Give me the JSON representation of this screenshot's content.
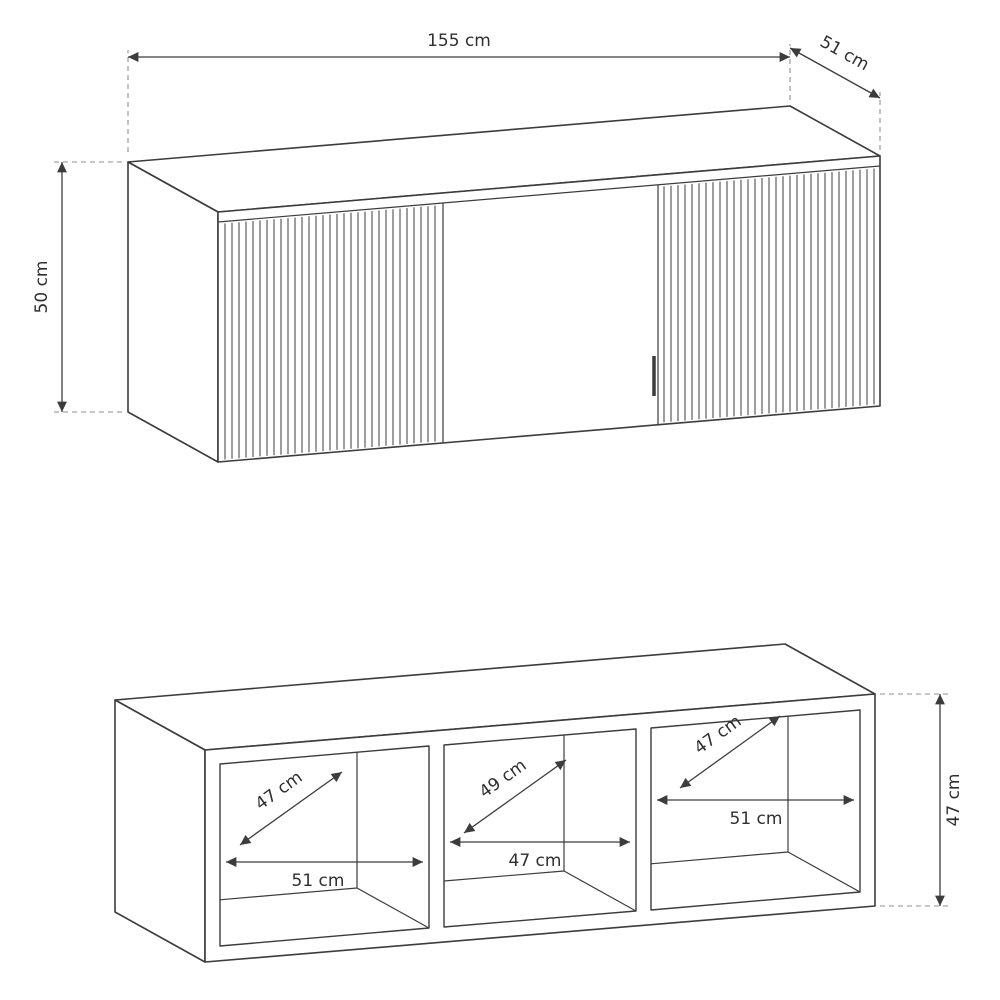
{
  "colors": {
    "line": "#3c3c3c",
    "ext": "#8f8f8f",
    "text": "#2f2f2f",
    "bg": "#ffffff"
  },
  "top_view": {
    "description": "closed fluted cabinet, external dimensions",
    "dimensions": {
      "width": "155 cm",
      "depth": "51 cm",
      "height": "50 cm"
    }
  },
  "bottom_view": {
    "description": "open cabinet carcass with three compartments, internal dimensions",
    "dimensions": {
      "height": "47 cm"
    },
    "compartments": [
      {
        "depth": "47 cm",
        "width": "51 cm"
      },
      {
        "depth": "49 cm",
        "width": "47 cm"
      },
      {
        "depth": "47 cm",
        "width": "51 cm"
      }
    ]
  }
}
